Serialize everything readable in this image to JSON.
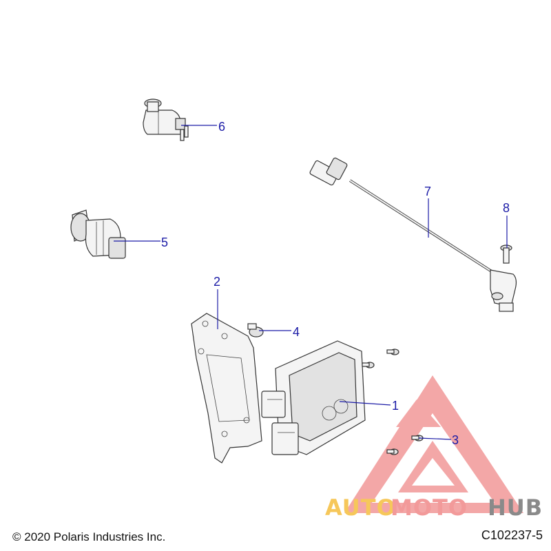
{
  "callouts": {
    "c1": "1",
    "c2": "2",
    "c3": "3",
    "c4": "4",
    "c5": "5",
    "c6": "6",
    "c7": "7",
    "c8": "8"
  },
  "footer": {
    "copyright": "© 2020 Polaris Industries Inc.",
    "diagram_code": "C102237-5"
  },
  "watermark": {
    "part1": "AUTO",
    "part2": "MOTO",
    "part3": "HUB",
    "colors": {
      "auto": "#f6c75a",
      "moto": "#f29a9a",
      "hub": "#8a8a8a",
      "triangle": "#f08a8a"
    }
  }
}
